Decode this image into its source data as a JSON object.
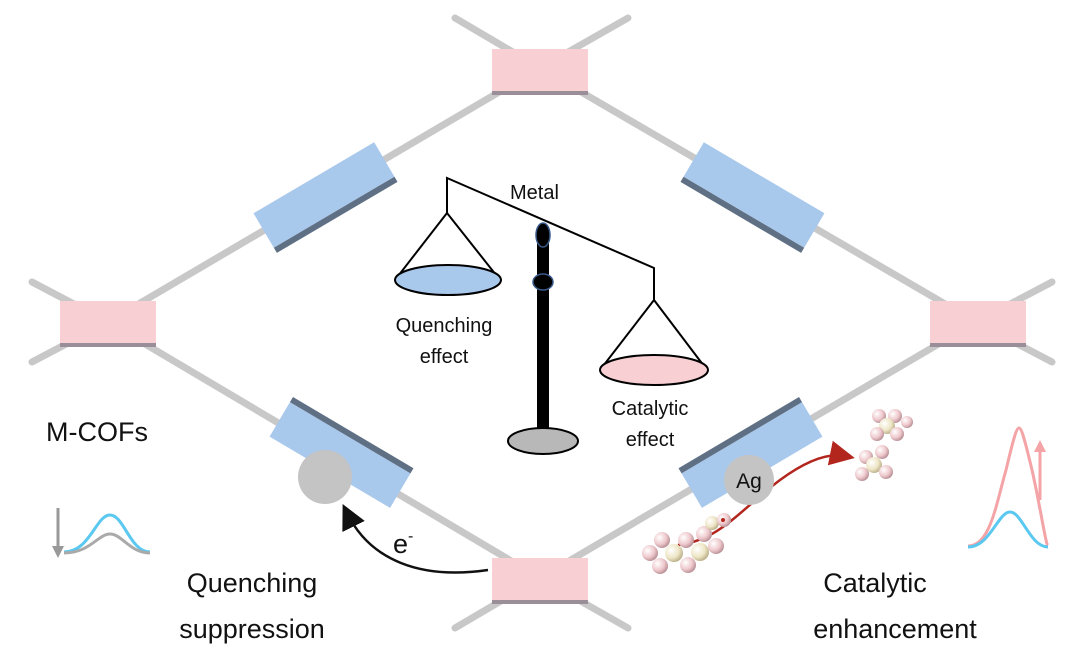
{
  "labels": {
    "metal": "Metal",
    "quenching_effect": [
      "Quenching",
      "effect"
    ],
    "catalytic_effect": [
      "Catalytic",
      "effect"
    ],
    "mcofs": "M-COFs",
    "electron": "e",
    "electron_sup": "-",
    "ag": "Ag",
    "quenching_suppression": [
      "Quenching",
      "suppression"
    ],
    "catalytic_enhancement": [
      "Catalytic",
      "enhancement"
    ]
  },
  "colors": {
    "node_fill": "#f8cfd2",
    "node_edge": "#9a8f99",
    "linker_fill": "#a8c8ec",
    "linker_edge": "#5f7085",
    "rod": "#c8c8c8",
    "balance": "#000000",
    "pan_left": "#a8c8ec",
    "pan_right": "#f8cfd2",
    "base": "#b8b8b8",
    "metal_ball": "#c4c4c4",
    "arrow_red": "#b3261e",
    "curve_blue": "#5ac8f0",
    "curve_grey": "#aaaaaa",
    "curve_pink": "#f4a3a6",
    "particle_pink": "#eec8cc",
    "particle_cream": "#eee6c6"
  }
}
